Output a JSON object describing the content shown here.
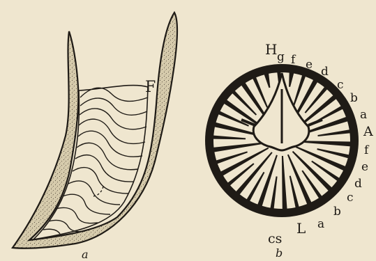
{
  "panel_a": {
    "caption": "a",
    "label_F": "F"
  },
  "panel_b": {
    "caption": "b",
    "top_label": "H",
    "upper_arc_labels": [
      "g",
      "f",
      "e",
      "d",
      "c",
      "b",
      "a"
    ],
    "side_label": "A",
    "lower_arc_labels": [
      "f",
      "e",
      "d",
      "c",
      "b",
      "a"
    ],
    "bottom_labels": [
      "L",
      "cs"
    ]
  },
  "colors": {
    "background": "#efe6cf",
    "ink": "#1f1b16",
    "stipple_fill": "#cfc3a4"
  }
}
